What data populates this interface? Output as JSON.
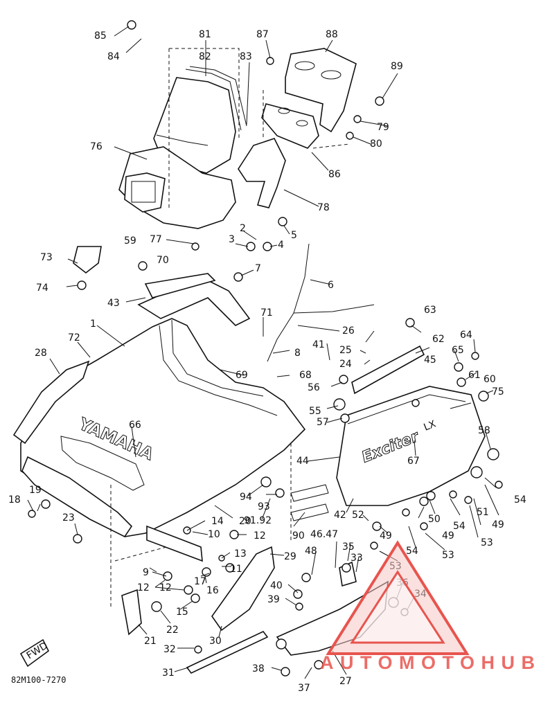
{
  "diagram_code": "82M100-7270",
  "hood_text": "YAMAHA",
  "panel_text": "Exciter",
  "panel_subtext": "LX",
  "front_arrow_label": "FWD",
  "watermark": "AUTOMOTOHUB",
  "colors": {
    "watermark_red": "#e8544e",
    "watermark_gray": "#6b6b6b",
    "watermark_fill": "#f6c9c6"
  },
  "callouts": [
    "1",
    "2",
    "3",
    "4",
    "5",
    "6",
    "7",
    "8",
    "9",
    "10",
    "11",
    "12",
    "12",
    "12",
    "13",
    "14",
    "15",
    "16",
    "17",
    "18",
    "19",
    "20",
    "21",
    "22",
    "23",
    "24",
    "25",
    "26",
    "27",
    "28",
    "29",
    "30",
    "31",
    "32",
    "33",
    "34",
    "35",
    "36",
    "37",
    "38",
    "39",
    "40",
    "41",
    "42",
    "43",
    "44",
    "45",
    "46.47",
    "48",
    "49",
    "49",
    "49",
    "50",
    "51",
    "52",
    "53",
    "53",
    "53",
    "54",
    "54",
    "54",
    "55",
    "56",
    "57",
    "58",
    "59",
    "60",
    "61",
    "62",
    "63",
    "64",
    "65",
    "66",
    "67",
    "68",
    "69",
    "70",
    "71",
    "72",
    "73",
    "74",
    "75",
    "76",
    "77",
    "78",
    "79",
    "80",
    "81",
    "82",
    "83",
    "84",
    "85",
    "86",
    "87",
    "88",
    "89",
    "90",
    "91.92",
    "93",
    "94"
  ]
}
